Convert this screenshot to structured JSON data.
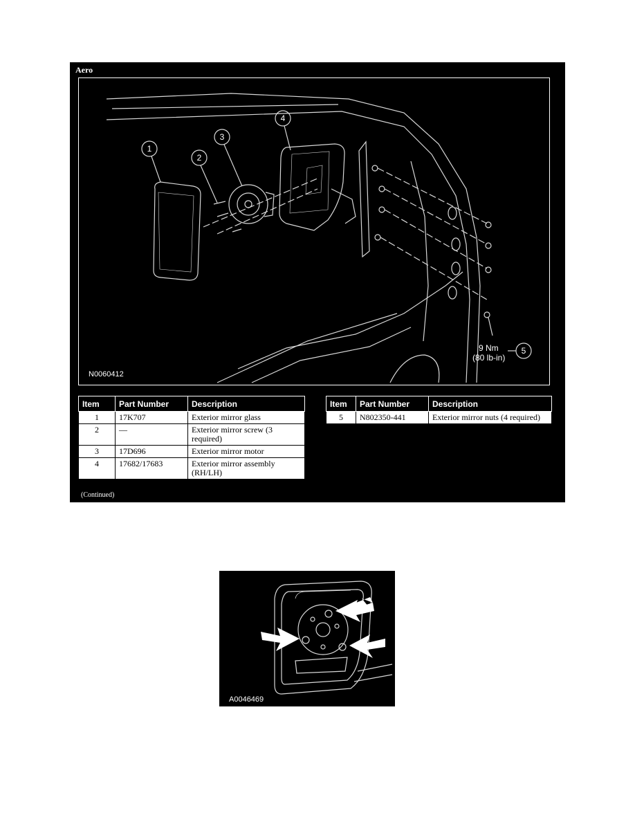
{
  "figure1": {
    "title": "Aero",
    "figure_id": "N0060412",
    "callouts": [
      "1",
      "2",
      "3",
      "4",
      "5"
    ],
    "torque": {
      "line1": "9 Nm",
      "line2": "(80 lb-in)"
    },
    "continued": "(Continued)",
    "table_headers": [
      "Item",
      "Part Number",
      "Description"
    ],
    "table_left": [
      {
        "item": "1",
        "part": "17K707",
        "desc": "Exterior mirror glass"
      },
      {
        "item": "2",
        "part": "—",
        "desc": "Exterior mirror screw (3 required)"
      },
      {
        "item": "3",
        "part": "17D696",
        "desc": "Exterior mirror motor"
      },
      {
        "item": "4",
        "part": "17682/17683",
        "desc": "Exterior mirror assembly (RH/LH)"
      }
    ],
    "table_right": [
      {
        "item": "5",
        "part": "N802350-441",
        "desc": "Exterior mirror nuts (4 required)"
      }
    ]
  },
  "figure2": {
    "figure_id": "A0046469"
  }
}
